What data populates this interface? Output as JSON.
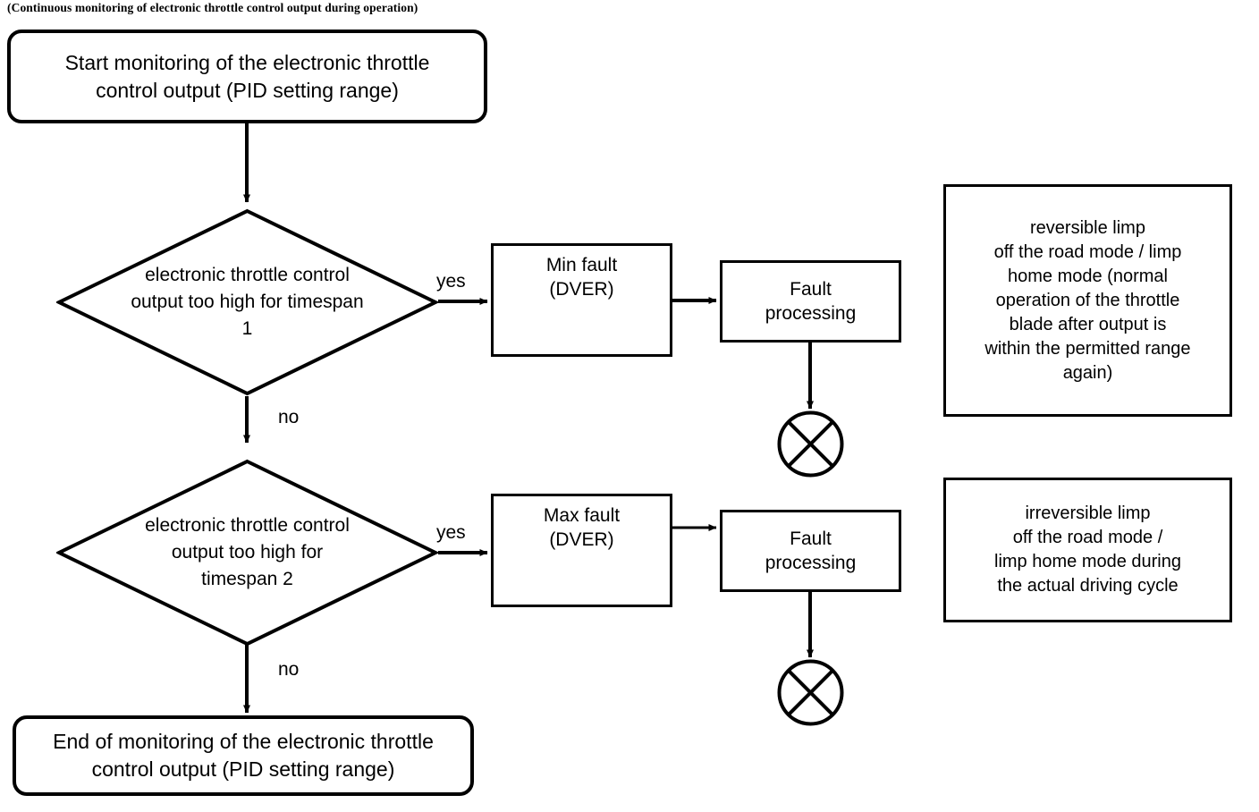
{
  "diagram": {
    "caption": "(Continuous monitoring of electronic throttle control output during operation)",
    "nodes": {
      "start": {
        "label_line1": "Start monitoring of the electronic throttle",
        "label_line2": "control output (PID setting range)"
      },
      "end": {
        "label_line1": "End of monitoring of the electronic throttle",
        "label_line2": "control output (PID setting range)"
      },
      "decision1": {
        "label_line1": "electronic throttle control",
        "label_line2": "output too high for timespan",
        "label_line3": "1"
      },
      "decision2": {
        "label_line1": "electronic throttle control",
        "label_line2": "output too high for",
        "label_line3": "timespan 2"
      },
      "min_fault": {
        "label_line1": "Min fault",
        "label_line2": "(DVER)"
      },
      "max_fault": {
        "label_line1": "Max fault",
        "label_line2": "(DVER)"
      },
      "fault_processing_1": {
        "label_line1": "Fault",
        "label_line2": "processing"
      },
      "fault_processing_2": {
        "label_line1": "Fault",
        "label_line2": "processing"
      },
      "terminator_circle_1": {
        "icon": "crossed-circle-icon"
      },
      "terminator_circle_2": {
        "icon": "crossed-circle-icon"
      }
    },
    "notes": {
      "reversible": {
        "line1": "reversible limp",
        "line2": "off the road mode / limp",
        "line3": "home mode (normal",
        "line4": "operation of the throttle",
        "line5": "blade after output is",
        "line6": "within the permitted range",
        "line7": "again)"
      },
      "irreversible": {
        "line1": "irreversible limp",
        "line2": "off the road mode /",
        "line3": "limp home mode during",
        "line4": "the actual driving cycle"
      }
    },
    "edge_labels": {
      "yes1": "yes",
      "no1": "no",
      "yes2": "yes",
      "no2": "no"
    },
    "colors": {
      "stroke": "#000000",
      "background": "#ffffff",
      "text": "#000000"
    }
  }
}
